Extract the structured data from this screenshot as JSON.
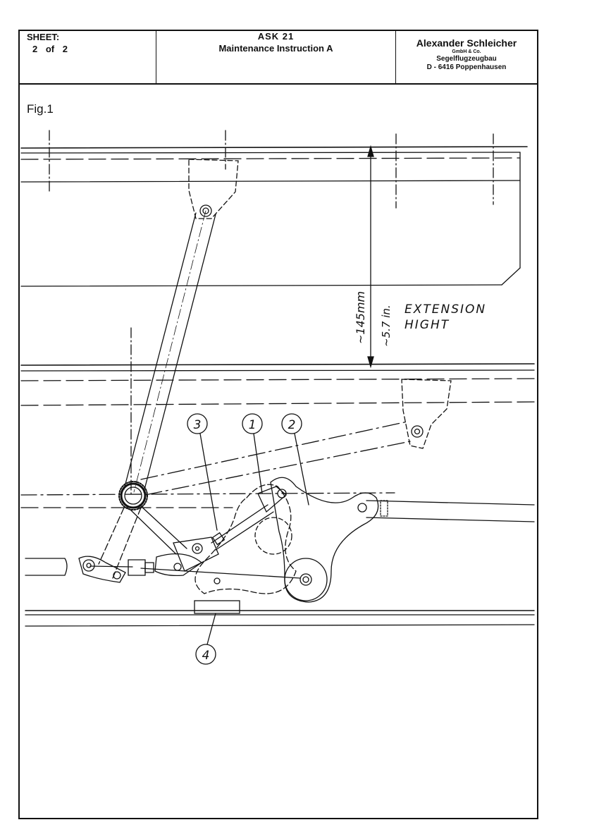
{
  "title_block": {
    "sheet_label": "SHEET:",
    "sheet_number": "2 of 2",
    "model": "ASK 21",
    "document_title": "Maintenance Instruction A",
    "manufacturer": {
      "name": "Alexander Schleicher",
      "legal_form": "GmbH & Co.",
      "line2": "Segelflugzeugbau",
      "address": "D - 6416 Poppenhausen"
    }
  },
  "figure": {
    "label": "Fig.1",
    "dimension_metric": "~145mm",
    "dimension_imperial": "~5.7 in.",
    "extension_line1": "EXTENSION",
    "extension_line2": "HIGHT",
    "callouts": [
      "1",
      "2",
      "3",
      "4"
    ]
  },
  "colors": {
    "ink": "#111111",
    "paper": "#ffffff"
  }
}
